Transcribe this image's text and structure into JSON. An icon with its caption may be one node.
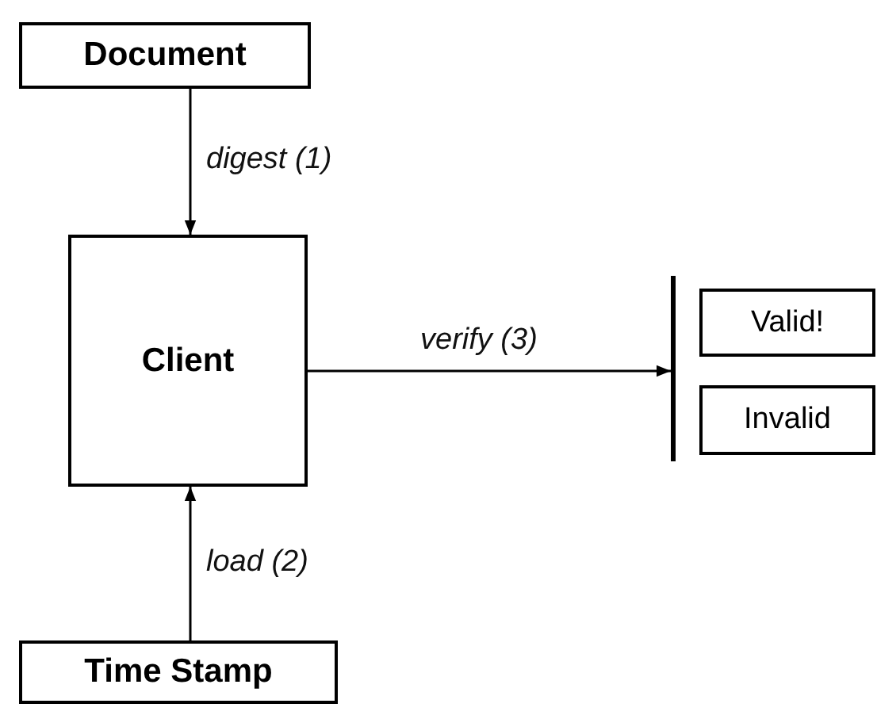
{
  "diagram": {
    "nodes": [
      {
        "text": [
          "Document"
        ]
      },
      {
        "text": [
          "Client"
        ]
      },
      {
        "text": [
          "Time Stamp"
        ]
      },
      {
        "text": [],
        "shape": "bar"
      },
      {
        "text": [
          "Valid!"
        ]
      },
      {
        "text": [
          "Invalid"
        ]
      }
    ],
    "edges": [
      {
        "from": 0,
        "to": 1,
        "arrow": "to",
        "label": "digest (1)"
      },
      {
        "from": 2,
        "to": 1,
        "arrow": "to",
        "label": "load (2)"
      },
      {
        "from": 1,
        "to": 3,
        "arrow": "to",
        "label": "verify (3)"
      }
    ]
  }
}
